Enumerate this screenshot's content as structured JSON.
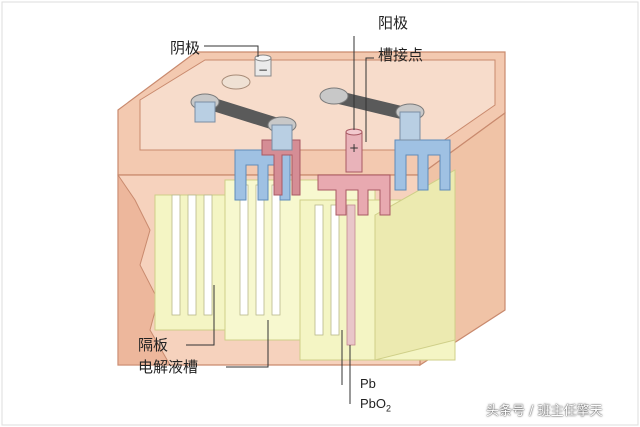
{
  "labels": {
    "cathode": "阴极",
    "anode": "阳极",
    "anode_contact": "槽接点",
    "separator": "隔板",
    "electrolyte_tank": "电解液槽",
    "pb": "Pb",
    "pbo2_base": "PbO",
    "pbo2_sub": "2"
  },
  "terminal_signs": {
    "negative": "−",
    "positive": "+"
  },
  "watermark": "头条号 / 班主任擎天",
  "colors": {
    "case": "#f3c9b0",
    "case_edge": "#c98a6e",
    "electrolyte": "#f4f5c4",
    "plate_blue": "#9fc1e3",
    "plate_red": "#d58d95",
    "connector": "#5a5a5a",
    "terminal": "#c8c8c8"
  }
}
